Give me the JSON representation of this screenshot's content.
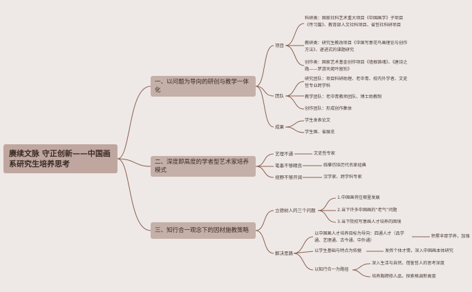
{
  "root": "赓续文脉 守正创新——中国画系研究生培养思考",
  "branches": [
    {
      "title": "一、以问题为导向的研创与教学一体化",
      "children": [
        {
          "label": "项目",
          "items": [
            "科研类：国家社科艺术重大项目《中国画学》子项目《传习篇》、教育部人文社科项目、省哲社科研项目",
            "教研类：研究生教改项目《中国写意花鸟画理论与创作方法》、递进式的课题研究",
            "创作类：国家艺术基金创作项目《墙根铸魂》、《唐诗之路——梦游天姥吟留别》"
          ]
        },
        {
          "label": "团队",
          "items": [
            "研究团队：项目科研助理、老中青、校内外学者、文史哲专业跨学科",
            "教学团队：老中青教师团队、博士助教制",
            "创作团队：形成创作集体"
          ]
        },
        {
          "label": "成果",
          "items": [
            "学生发表论文",
            "学生国、省展览"
          ]
        }
      ]
    },
    {
      "title": "二、深度即高度的学者型艺术家培养模式",
      "children": [
        {
          "label": "艺理不通",
          "items": [
            "文史哲专家"
          ]
        },
        {
          "label": "笔墨不够精良",
          "items": [
            "临摹仿拟历代名家经典"
          ]
        },
        {
          "label": "视野不够开阔",
          "items": [
            "汉学家、跨学科专家"
          ]
        }
      ]
    },
    {
      "title": "三、知行合一观念下的因材施教策略",
      "children": [
        {
          "label": "立德树人的三个问题",
          "items": [
            "1.中国画将往哪里发展",
            "2.当下许多中国画的“老气”问题",
            "3.当下院校写意画人才培养的困境"
          ]
        },
        {
          "label": "解决思路",
          "items": [
            {
              "text": "以中国画人才培养目标为导向：四通人才（品学通、艺理通、古今通、中外通）",
              "sub": [
                "积累丰厚学养，加强"
              ]
            },
            {
              "text": "以学生基础与特点为依据",
              "sub": [
                "发挥个体才情，深入中国画本体研究"
              ]
            },
            {
              "text": "以知行合一为路径",
              "sub": [
                "深入生活与自然，借鉴哲人的思考深度",
                "培养胸襟修人品，探索格调新高度"
              ]
            }
          ]
        }
      ]
    }
  ]
}
